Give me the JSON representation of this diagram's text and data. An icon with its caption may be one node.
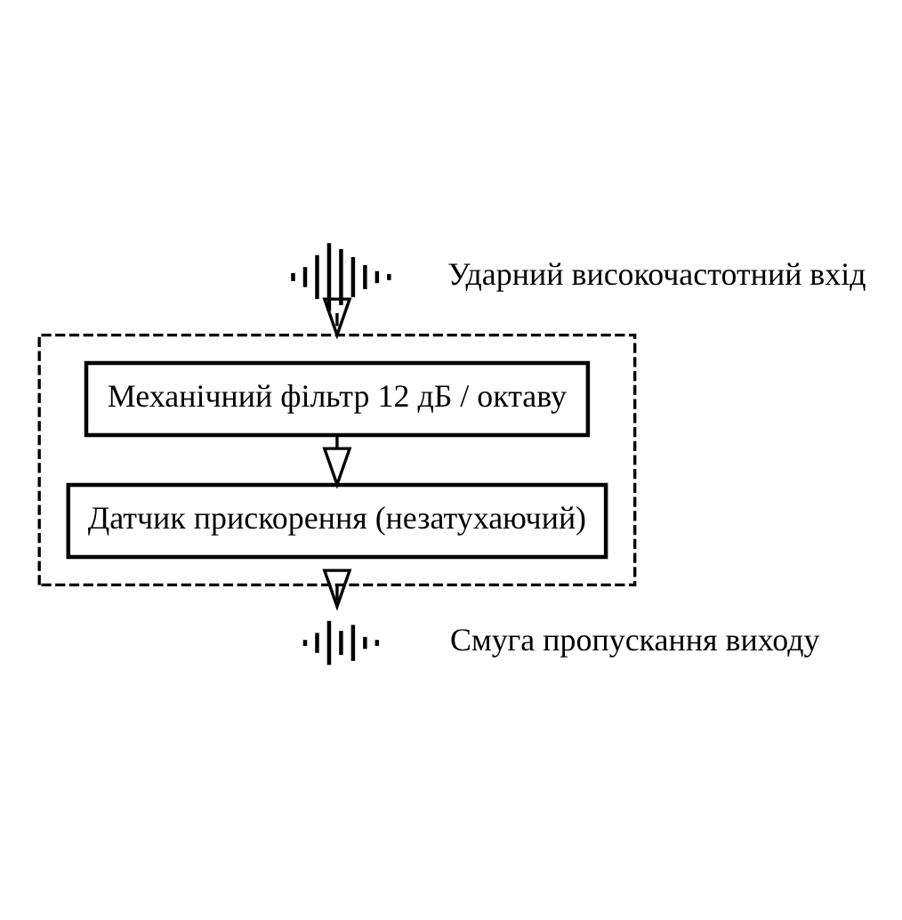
{
  "diagram": {
    "nodes": [
      {
        "text": [],
        "shape": "picture",
        "beside": [
          "Ударний високочастотний вхід"
        ]
      },
      {
        "text": [],
        "shape": "box"
      },
      {
        "text": [
          "Механічний фільтр 12 дБ / октаву"
        ],
        "in": 1
      },
      {
        "text": [
          "Датчик прискорення (незатухаючий)"
        ],
        "in": 1
      },
      {
        "text": [],
        "shape": "picture",
        "beside": [
          "Смуга пропускання виходу"
        ]
      }
    ],
    "edges": [
      {
        "from": 0,
        "to": 1,
        "arrow": "to"
      },
      {
        "from": 2,
        "to": 3,
        "arrow": "to"
      },
      {
        "from": 1,
        "to": 4,
        "arrow": "to"
      }
    ]
  }
}
